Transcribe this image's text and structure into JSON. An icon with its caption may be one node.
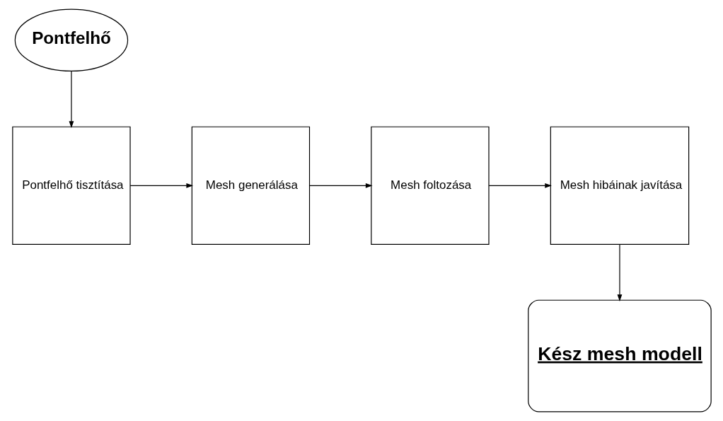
{
  "diagram": {
    "nodes": [
      {
        "text": [
          "Pontfelhő"
        ]
      },
      {
        "text": [
          "Pontfelhő tisztítása"
        ]
      },
      {
        "text": [
          "Mesh generálása"
        ]
      },
      {
        "text": [
          "Mesh foltozása"
        ]
      },
      {
        "text": [
          "Mesh hibáinak javítása"
        ]
      },
      {
        "text": [
          "Kész mesh modell"
        ]
      }
    ],
    "edges": [
      {
        "from": 0,
        "to": 1,
        "arrow": "to"
      },
      {
        "from": 1,
        "to": 2,
        "arrow": "to"
      },
      {
        "from": 2,
        "to": 3,
        "arrow": "to"
      },
      {
        "from": 3,
        "to": 4,
        "arrow": "to"
      },
      {
        "from": 4,
        "to": 5,
        "arrow": "to"
      }
    ]
  }
}
